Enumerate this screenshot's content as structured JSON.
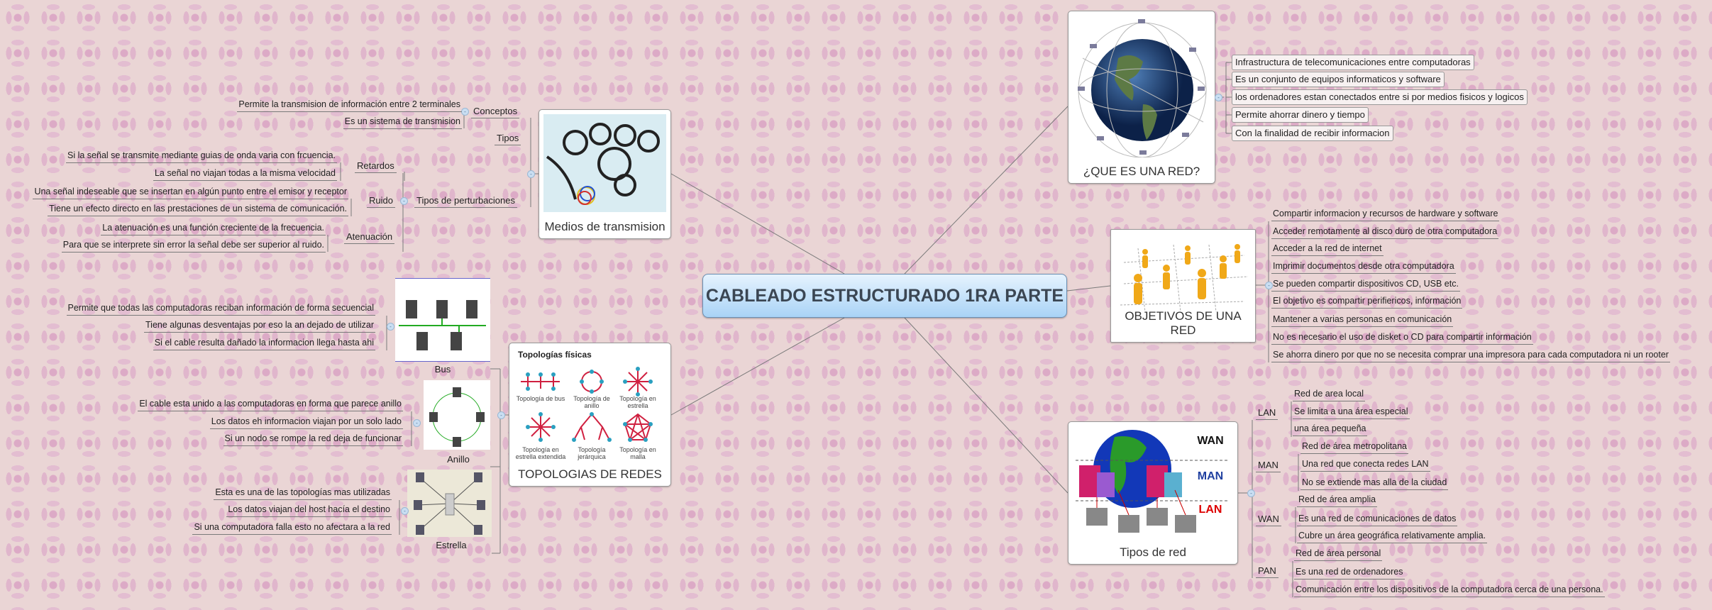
{
  "central": {
    "title": "CABLEADO ESTRUCTURADO 1RA PARTE"
  },
  "que_es": {
    "title": "¿QUE ES UNA RED?",
    "image_icon": "globe-satellites-image",
    "items": [
      "Infrastructura de telecomunicaciones entre computadoras",
      "Es un conjunto de equipos informaticos y software",
      "los ordenadores estan conectados entre si por medios fisicos y logicos",
      "Permite ahorrar dinero y tiempo",
      "Con la finalidad de recibir informacion"
    ]
  },
  "objetivos": {
    "title": "OBJETIVOS DE UNA RED",
    "image_icon": "people-network-image",
    "items": [
      "Compartir informacion y recursos de hardware y software",
      "Acceder remotamente al disco duro de otra computadora",
      "Acceder a la red de internet",
      "Imprimir documentos desde otra computadora",
      "Se pueden compartir dispositivos CD, USB etc.",
      "El objetivo es compartir perifiericos, información",
      "Mantener a varias personas en comunicación",
      "No es necesario el uso de disket o CD para compartir información",
      "Se ahorra dinero por que no se necesita comprar una impresora para cada computadora ni un rooter"
    ]
  },
  "tipos_red": {
    "title": "Tipos de red",
    "image_labels": {
      "wan": "WAN",
      "man": "MAN",
      "lan": "LAN"
    },
    "groups": [
      {
        "label": "LAN",
        "items": [
          "Red de area local",
          "Se limita a una área especial",
          "una área pequeña"
        ]
      },
      {
        "label": "MAN",
        "items": [
          "Red de área metropolitana",
          "Una red que conecta redes LAN",
          "No se extiende mas alla de la ciudad"
        ]
      },
      {
        "label": "WAN",
        "items": [
          "Red de área amplia",
          "Es una red de comunicaciones de datos",
          "Cubre un área geográfica relativamente amplia."
        ]
      },
      {
        "label": "PAN",
        "items": [
          "Red de área personal",
          "Es una red de ordenadores",
          "Comunicación entre los dispositivos de la computadora cerca de una persona."
        ]
      }
    ]
  },
  "medios": {
    "title": "Medios de transmision",
    "image_icon": "cables-image",
    "conceptos": {
      "label": "Conceptos",
      "items": [
        "Permite la transmision de información entre 2 terminales",
        "Es un sistema de transmision"
      ]
    },
    "tipos": {
      "label": "Tipos"
    },
    "perturbaciones": {
      "label": "Tipos de perturbaciones",
      "groups": [
        {
          "label": "Retardos",
          "items": [
            "Si la señal se transmite mediante guias de onda varia con frcuencia.",
            "La señal no viajan todas a la misma velocidad"
          ]
        },
        {
          "label": "Ruido",
          "items": [
            "Una señal indeseable que se insertan en algún punto entre el emisor y receptor",
            "Tiene un efecto directo en las prestaciones de un sistema de comunicación."
          ]
        },
        {
          "label": "Atenuación",
          "items": [
            "La atenuación es una función creciente de la frecuencia.",
            "Para que se interprete sin error la señal debe ser superior al ruido."
          ]
        }
      ]
    }
  },
  "topologias": {
    "title": "TOPOLOGIAS DE REDES",
    "image_title": "Topologías físicas",
    "image_captions": [
      "Topología de bus",
      "Topología de anillo",
      "Topología en estrella",
      "Topología en estrella extendida",
      "Topología jerárquica",
      "Topología en malla"
    ],
    "bus": {
      "label": "Bus",
      "items": [
        "Permite que todas las computadoras reciban información de forma secuencial",
        "Tiene algunas desventajas por eso la an dejado de utilizar",
        "Si el cable resulta dañado la informacion llega hasta ahi"
      ]
    },
    "anillo": {
      "label": "Anillo",
      "items": [
        "El cable esta unido a las computadoras en forma que parece anillo",
        "Los datos eh informacion viajan por un solo lado",
        "Si un nodo se rompe la red deja de funcionar"
      ]
    },
    "estrella": {
      "label": "Estrella",
      "items": [
        "Esta es una de las topologías mas utilizadas",
        "Los datos viajan del host hacía el destino",
        "Si una computadora falla esto no afectara a la red"
      ]
    }
  },
  "colors": {
    "background": "#ead5d5",
    "central_fill": "#a9d3f6",
    "central_text": "#3b4653",
    "connector": "#7a7a7a"
  }
}
